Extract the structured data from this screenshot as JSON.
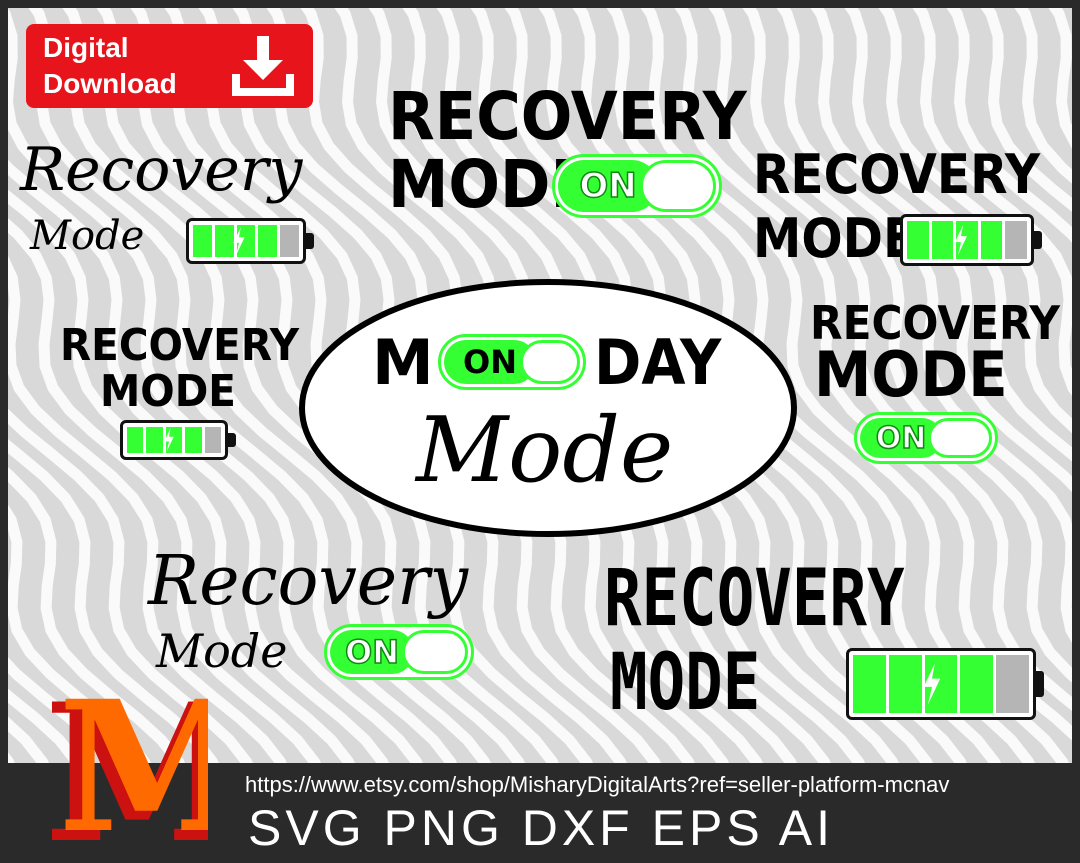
{
  "badge": {
    "line1": "Digital",
    "line2": "Download",
    "icon": "download-icon",
    "color": "#e8141b"
  },
  "designs": {
    "script_top_left": {
      "word1": "Recovery",
      "word2": "Mode"
    },
    "block_top_center": {
      "line1": "RECOVERY",
      "line2": "MODE",
      "toggle": "ON"
    },
    "block_top_right": {
      "line1": "RECOVERY",
      "line2": "MODE"
    },
    "block_mid_left": {
      "line1": "RECOVERY",
      "line2": "MODE"
    },
    "center_oval": {
      "left": "M",
      "toggle": "ON",
      "right": "DAY",
      "script": "Mode"
    },
    "block_mid_right": {
      "line1": "RECOVERY",
      "line2": "MODE",
      "toggle": "ON"
    },
    "script_bottom_left": {
      "word1": "Recovery",
      "word2": "Mode",
      "toggle": "ON"
    },
    "bold_bottom_right": {
      "line1": "RECOVERY",
      "line2": "MODE"
    }
  },
  "footer": {
    "url": "https://www.etsy.com/shop/MisharyDigitalArts?ref=seller-platform-mcnav",
    "formats": "SVG PNG DXF EPS AI",
    "logo_letter": "M"
  },
  "colors": {
    "accent_green": "#33ff33",
    "background": "#d9d9d9",
    "footer": "#2a2a2a",
    "logo_orange": "#ff6a00",
    "logo_red": "#cc1111"
  }
}
